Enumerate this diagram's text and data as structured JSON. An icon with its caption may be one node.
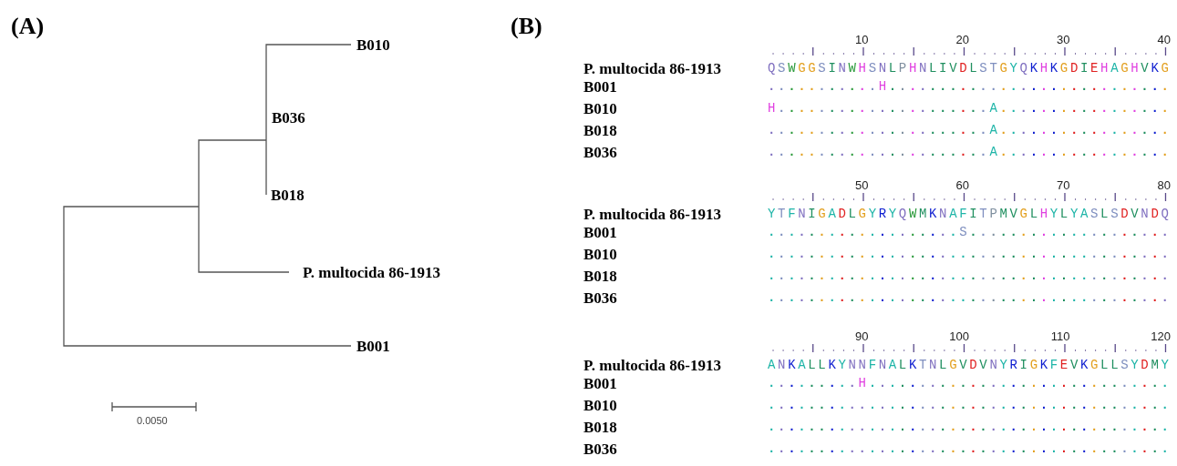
{
  "diagram": {
    "labels": [
      "(A)",
      "B010",
      "B036",
      "B018",
      "P. multocida 86-1913",
      "B001",
      "0.0050",
      "(B)",
      "10",
      "20",
      "30",
      "40",
      "P. multocida 86-1913",
      "QSWGGSINWHSNLPHNLIVDLSTGYQKHKGDIEHAGHVKG",
      "B001",
      "...........H............................",
      "B010",
      "H.....................A.................",
      "B018",
      "......................A.................",
      "B036",
      "......................A.................",
      "50",
      "60",
      "70",
      "80",
      "P. multocida 86-1913",
      "YTFNIGADLGYRYQWMKNAFITPMVGLHYLYASLSDVNDQ",
      "B001",
      "...................S....................",
      "B010",
      "........................................",
      "B018",
      "........................................",
      "B036",
      "........................................",
      "90",
      "100",
      "110",
      "120",
      "P. multocida 86-1913",
      "ANKALLKYNNFNALKTNLGVDVNYRIGKFEVKGLLSYDMY",
      "B001",
      ".........H..............................",
      "B010",
      "........................................",
      "B018",
      "........................................",
      "B036",
      "........................................"
    ]
  }
}
